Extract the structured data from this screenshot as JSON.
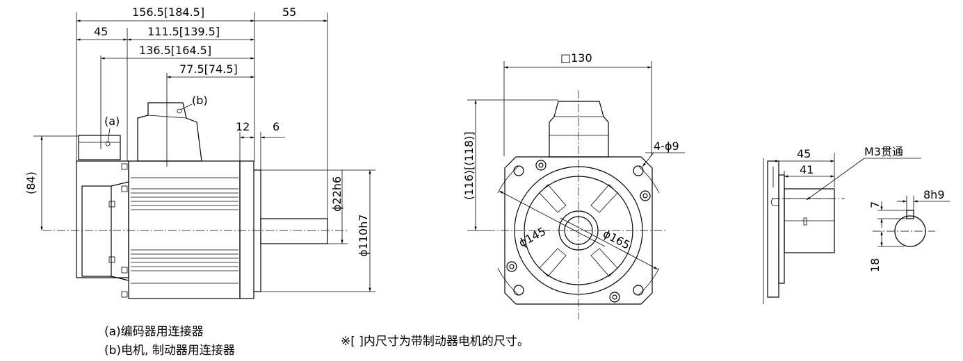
{
  "side_view": {
    "dim_total": "156.5[184.5]",
    "dim_shaft": "55",
    "dim_connector": "45",
    "dim_body": "111.5[139.5]",
    "dim_connector_b": "136.5[164.5]",
    "dim_connector_b2": "77.5[74.5]",
    "dim_flange": "12",
    "dim_spigot": "6",
    "dim_height": "(84)",
    "dim_shaft_dia": "ϕ22h6",
    "dim_spigot_dia": "ϕ110h7",
    "label_a": "(a)",
    "label_b": "(b)"
  },
  "front_view": {
    "dim_square": "□130",
    "dim_height": "(116)[(118)]",
    "dim_holes": "4-ϕ9",
    "dim_pcd_inner": "ϕ145",
    "dim_pcd_outer": "ϕ165"
  },
  "shaft_view": {
    "dim_45": "45",
    "dim_41": "41",
    "dim_thread": "M3贯通",
    "dim_7": "7",
    "dim_key": "8h9",
    "dim_18": "18"
  },
  "legend": {
    "a": "(a)编码器用连接器",
    "b": "(b)电机, 制动器用连接器",
    "note": "※[ ]内尺寸为带制动器电机的尺寸。"
  }
}
